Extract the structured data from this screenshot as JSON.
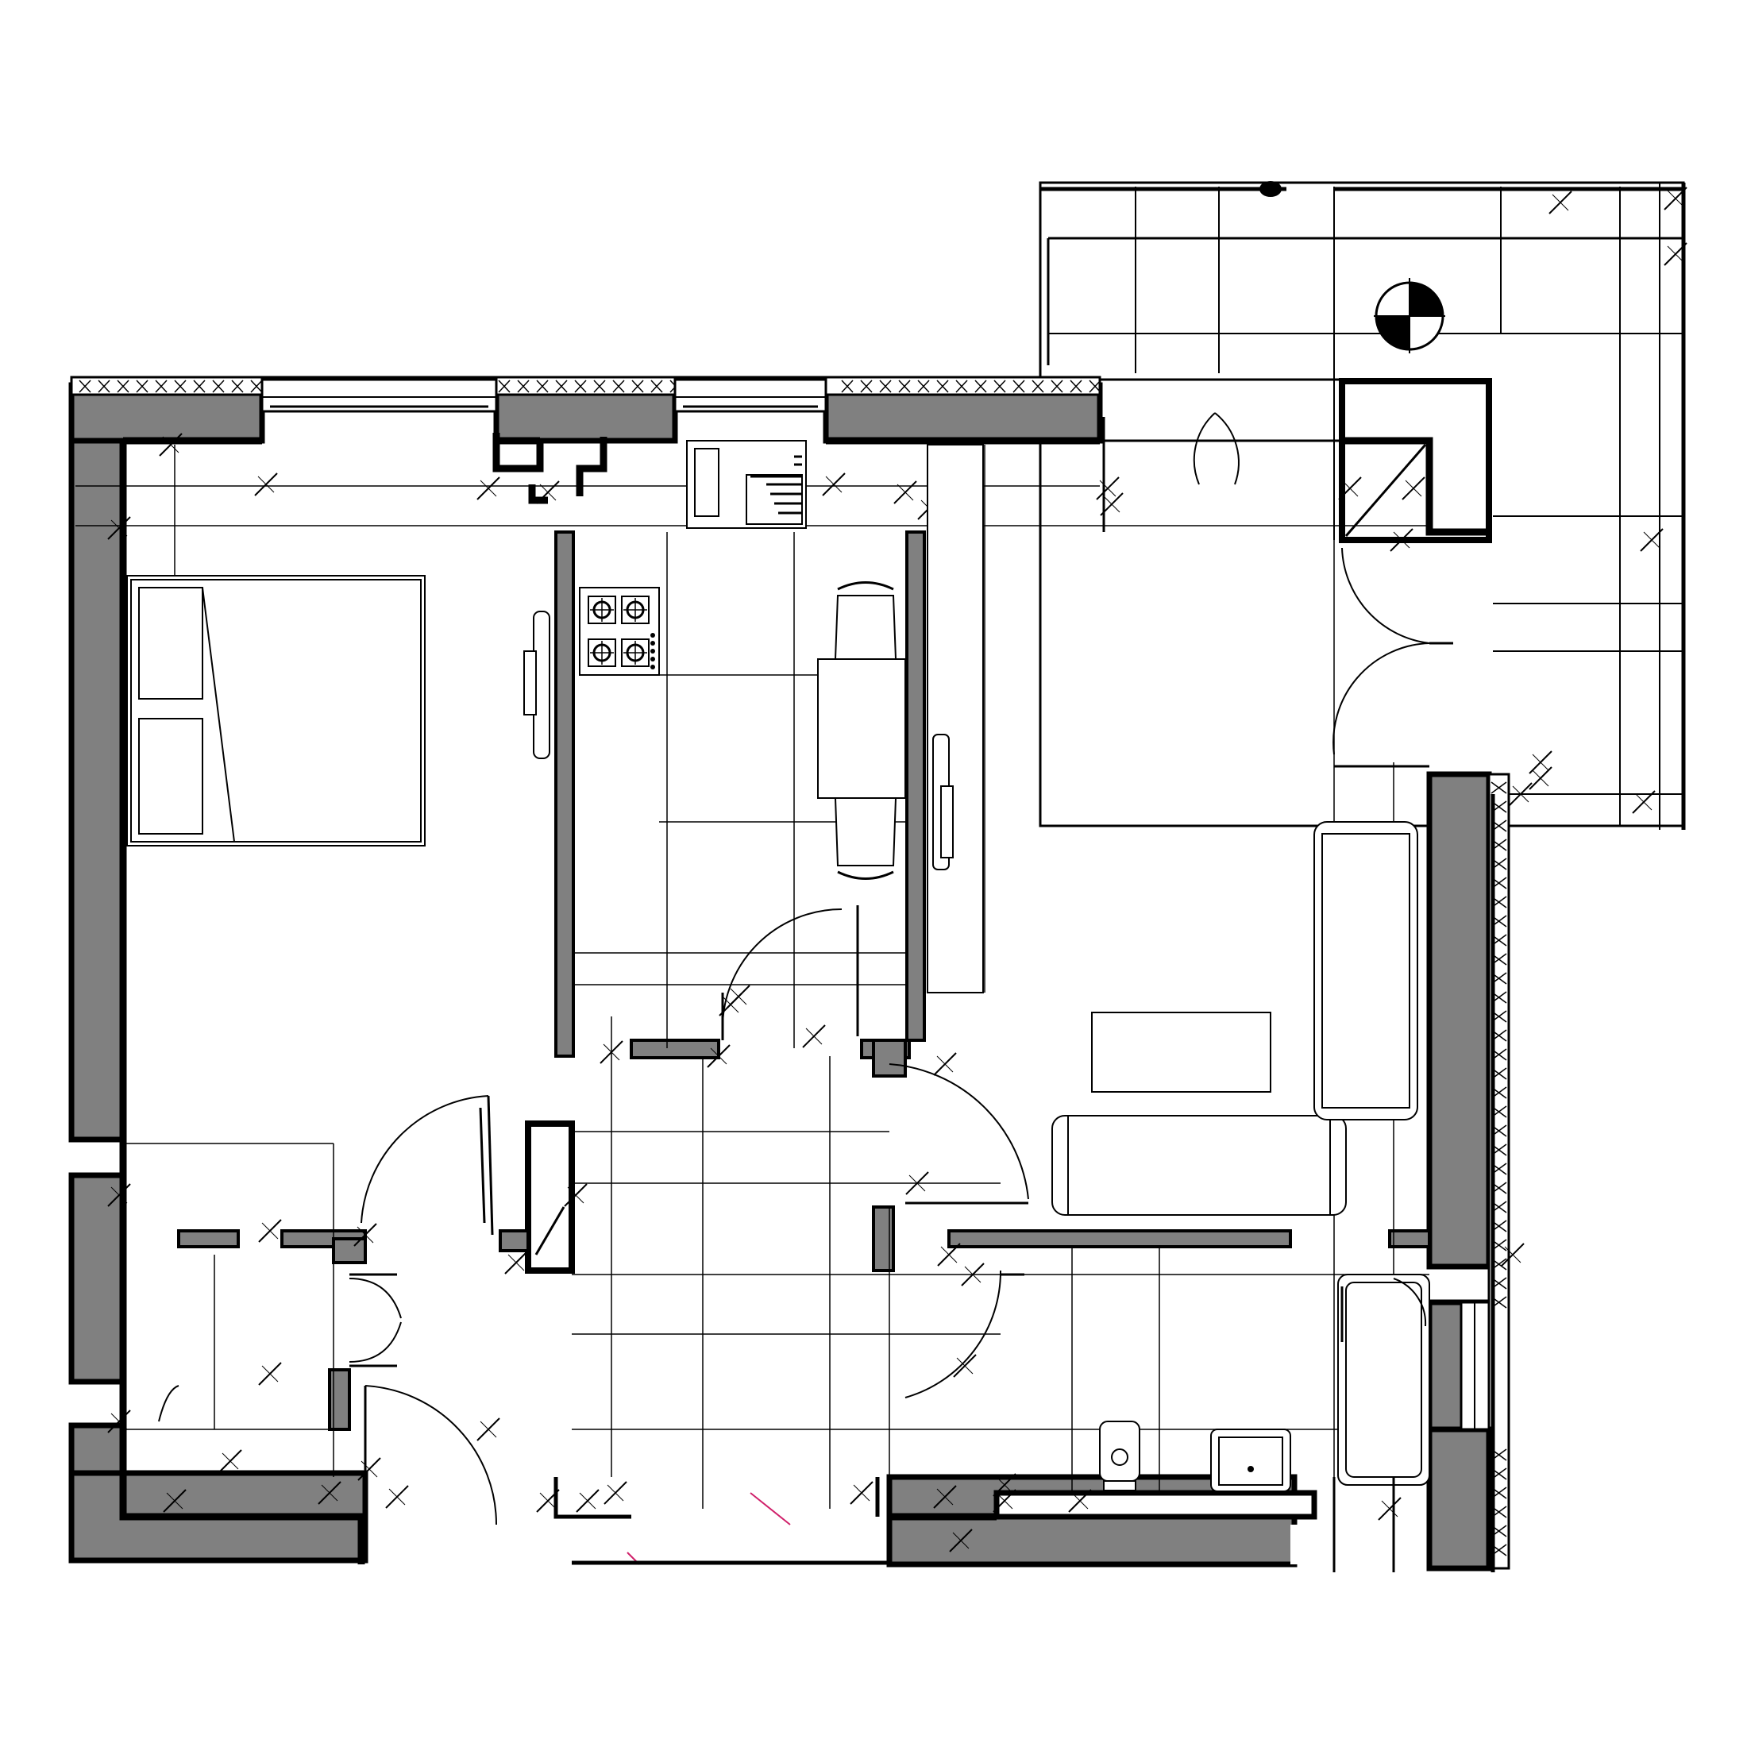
{
  "drawing": {
    "type": "architectural floor plan",
    "colors": {
      "wall_fill": "#808080",
      "line": "#000000",
      "background": "#ffffff",
      "accent_mark": "#d0206a"
    }
  },
  "rooms": [
    "bedroom",
    "kitchen",
    "living-room",
    "bathroom",
    "hallway",
    "storage",
    "balcony"
  ],
  "symbols": [
    "bed",
    "gas-stove",
    "dining-table",
    "chair",
    "sofa",
    "coffee-table",
    "toilet",
    "washbasin",
    "bathtub",
    "door-swing",
    "window",
    "north-arrow"
  ]
}
